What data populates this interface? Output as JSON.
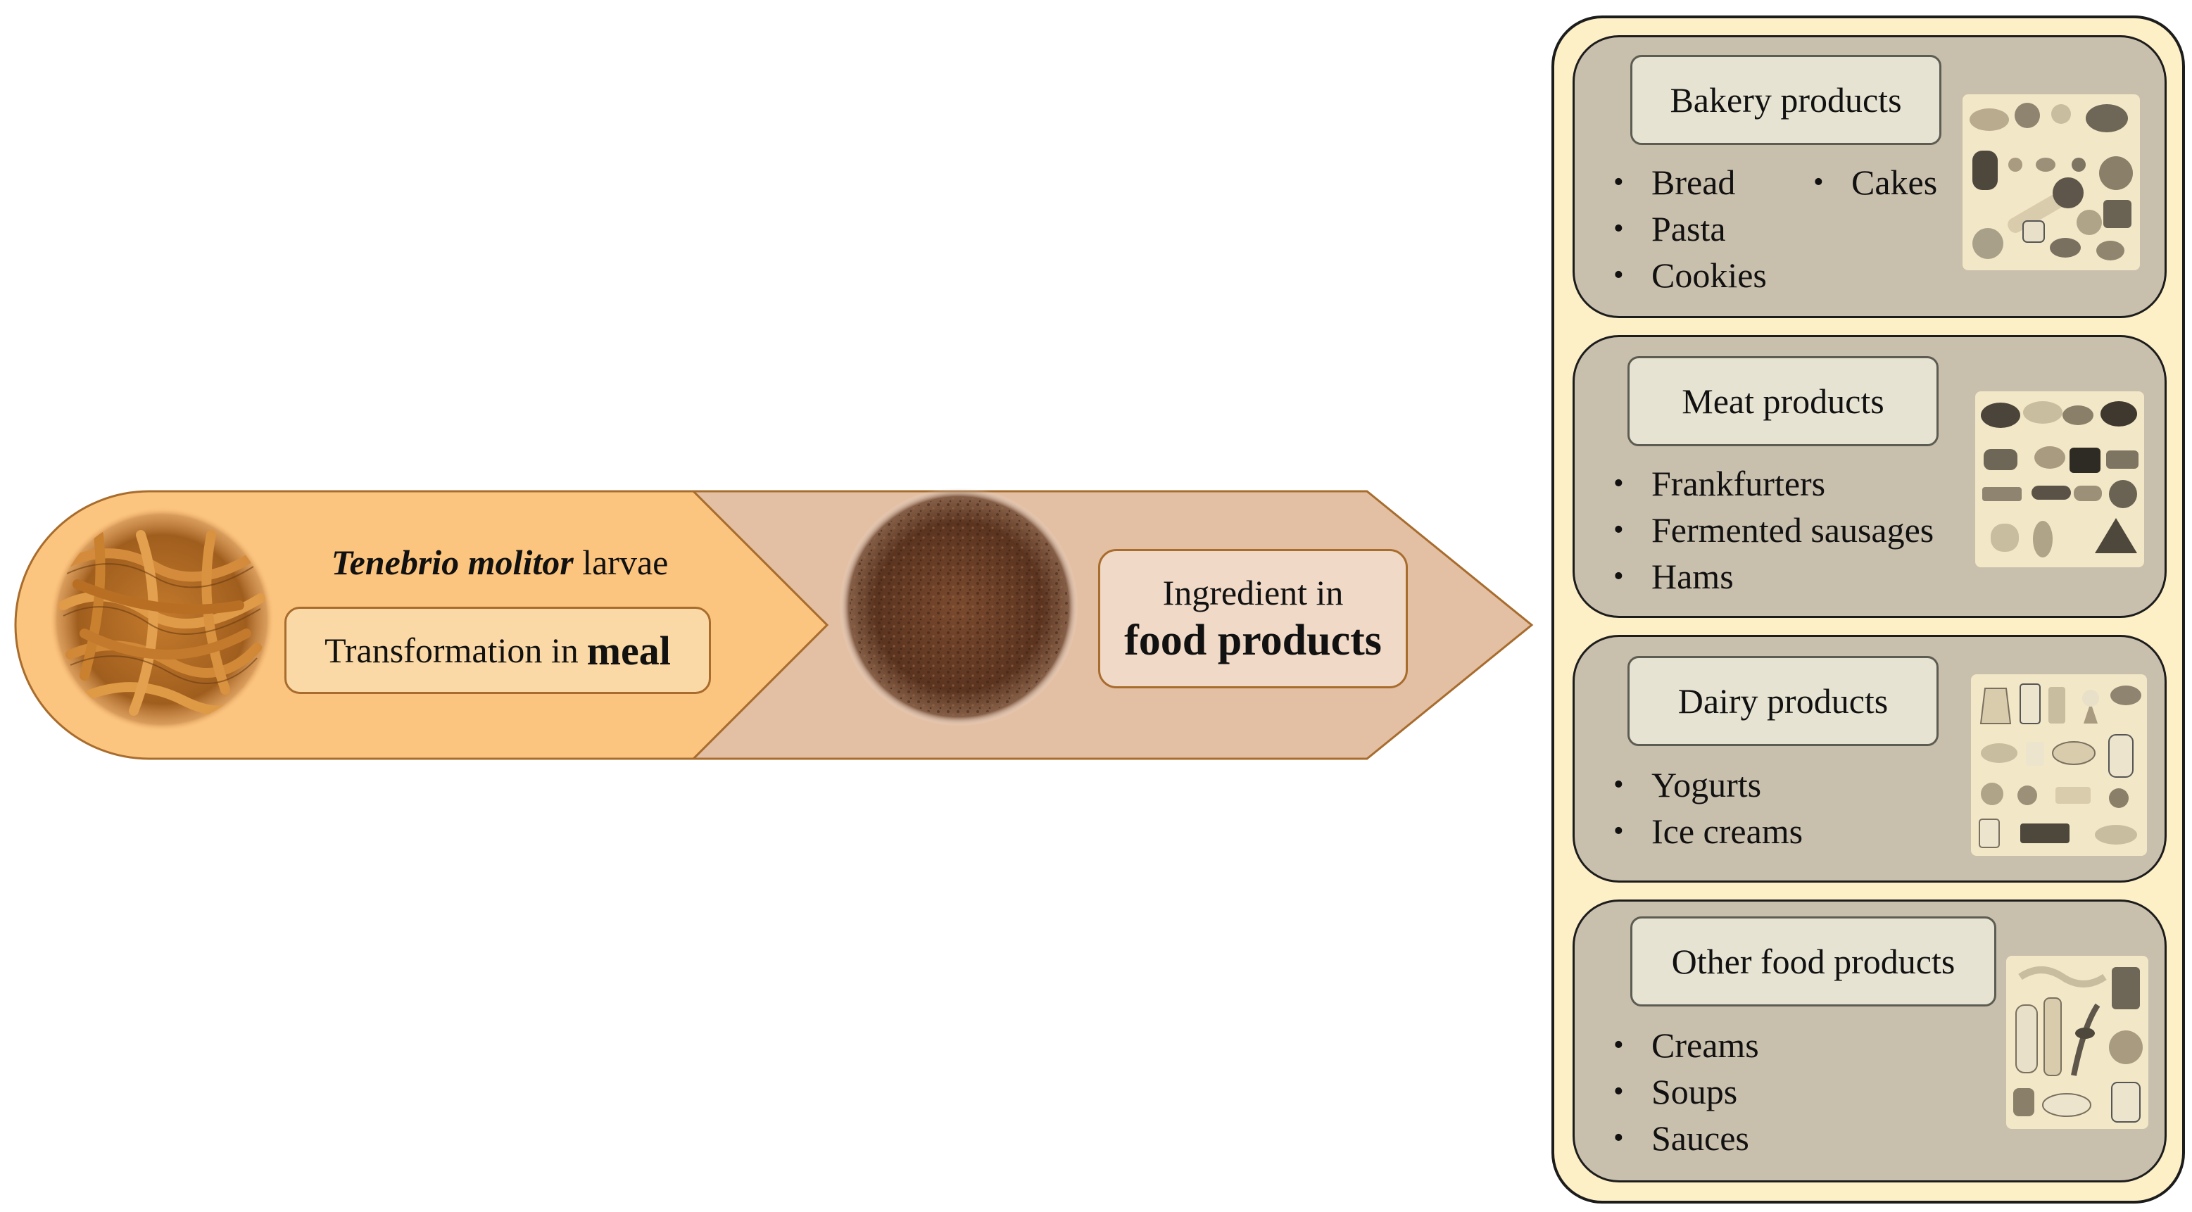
{
  "flow": {
    "larvae_italic": "Tenebrio molitor",
    "larvae_suffix": "larvae",
    "meal_prefix": "Transformation in",
    "meal_bold": "meal",
    "ingredient_line1": "Ingredient in",
    "ingredient_line2": "food products"
  },
  "categories": [
    {
      "title": "Bakery products",
      "items_col1": [
        "Bread",
        "Pasta",
        "Cookies"
      ],
      "items_col2": [
        "Cakes"
      ],
      "image_icon": "bakery-goods-illustration"
    },
    {
      "title": "Meat products",
      "items_col1": [
        "Frankfurters",
        "Fermented sausages",
        "Hams"
      ],
      "image_icon": "meat-products-illustration"
    },
    {
      "title": "Dairy products",
      "items_col1": [
        "Yogurts",
        "Ice creams"
      ],
      "image_icon": "dairy-products-illustration"
    },
    {
      "title": "Other food products",
      "items_col1": [
        "Creams",
        "Soups",
        "Sauces"
      ],
      "image_icon": "other-foods-illustration"
    }
  ],
  "colors": {
    "left_arrow": "#fcc57f",
    "right_arrow": "#e3bfa3",
    "arrow_border": "#a86c2d",
    "panel_bg": "#fdf0c7",
    "category_bg": "#c9bfad",
    "label_bg": "#e6e3d2"
  }
}
